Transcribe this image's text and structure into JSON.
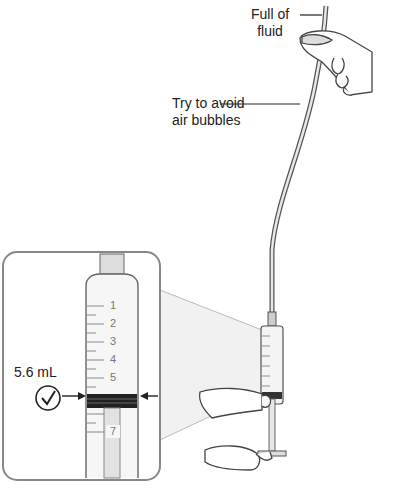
{
  "diagram": {
    "labels": [
      "Full of fluid",
      "Try to avoid air bubbles",
      "5.6 mL",
      "1",
      "2",
      "3",
      "4",
      "5",
      "7"
    ]
  }
}
